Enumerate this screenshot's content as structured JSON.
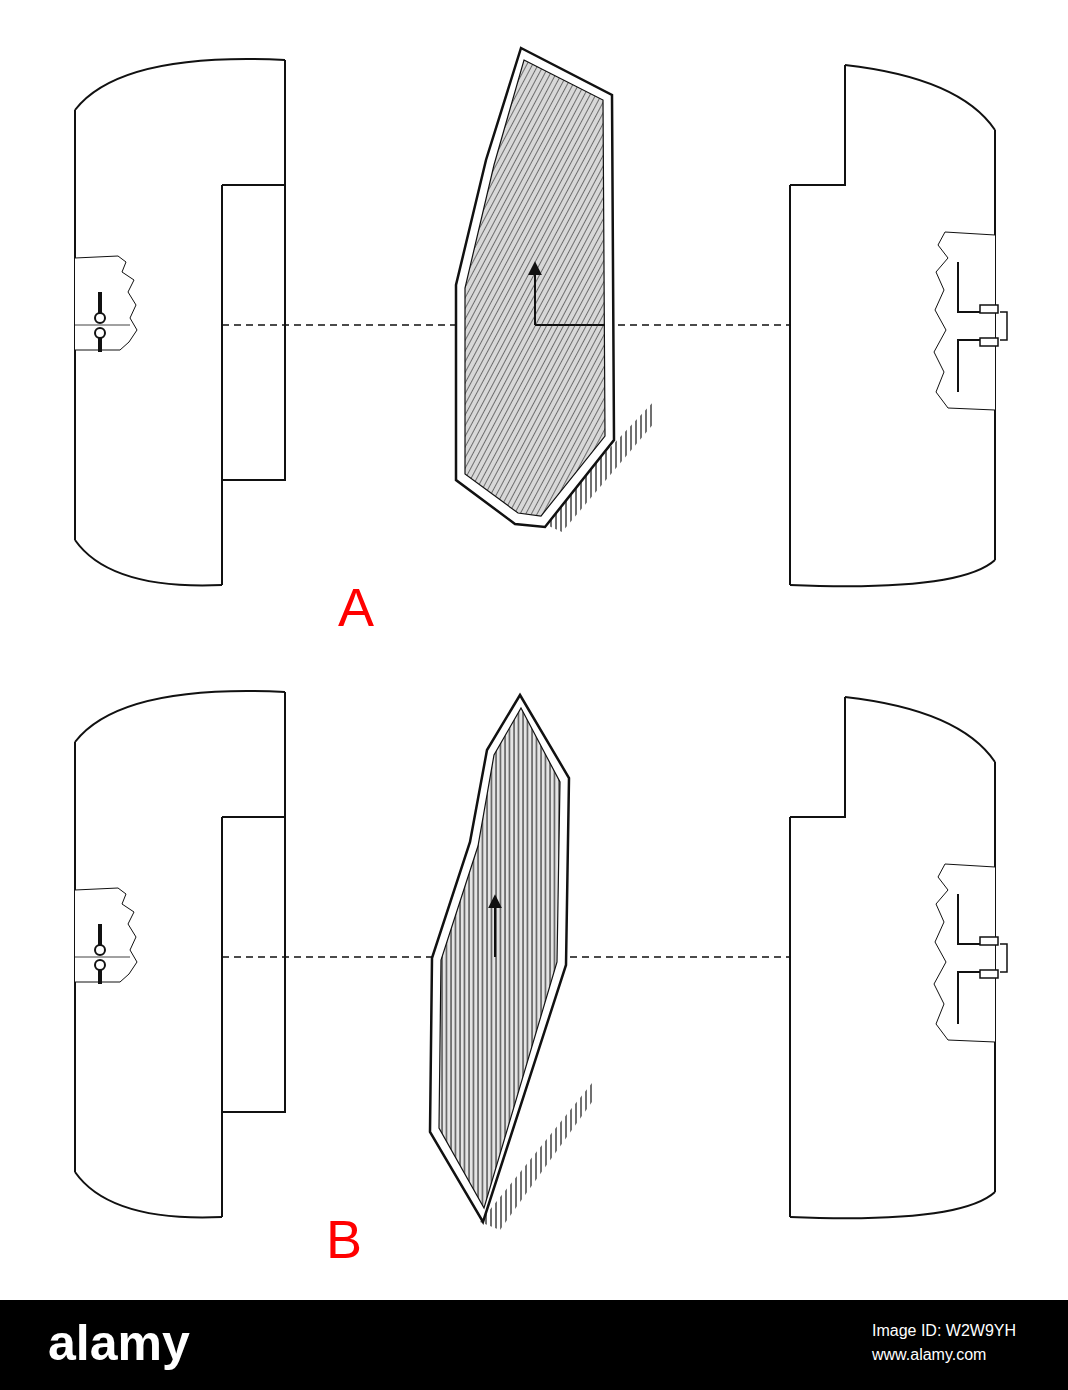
{
  "diagram": {
    "labels": [
      "A",
      "B",
      "alamy",
      "Image ID: W2W9YH",
      "www.alamy.com"
    ]
  }
}
